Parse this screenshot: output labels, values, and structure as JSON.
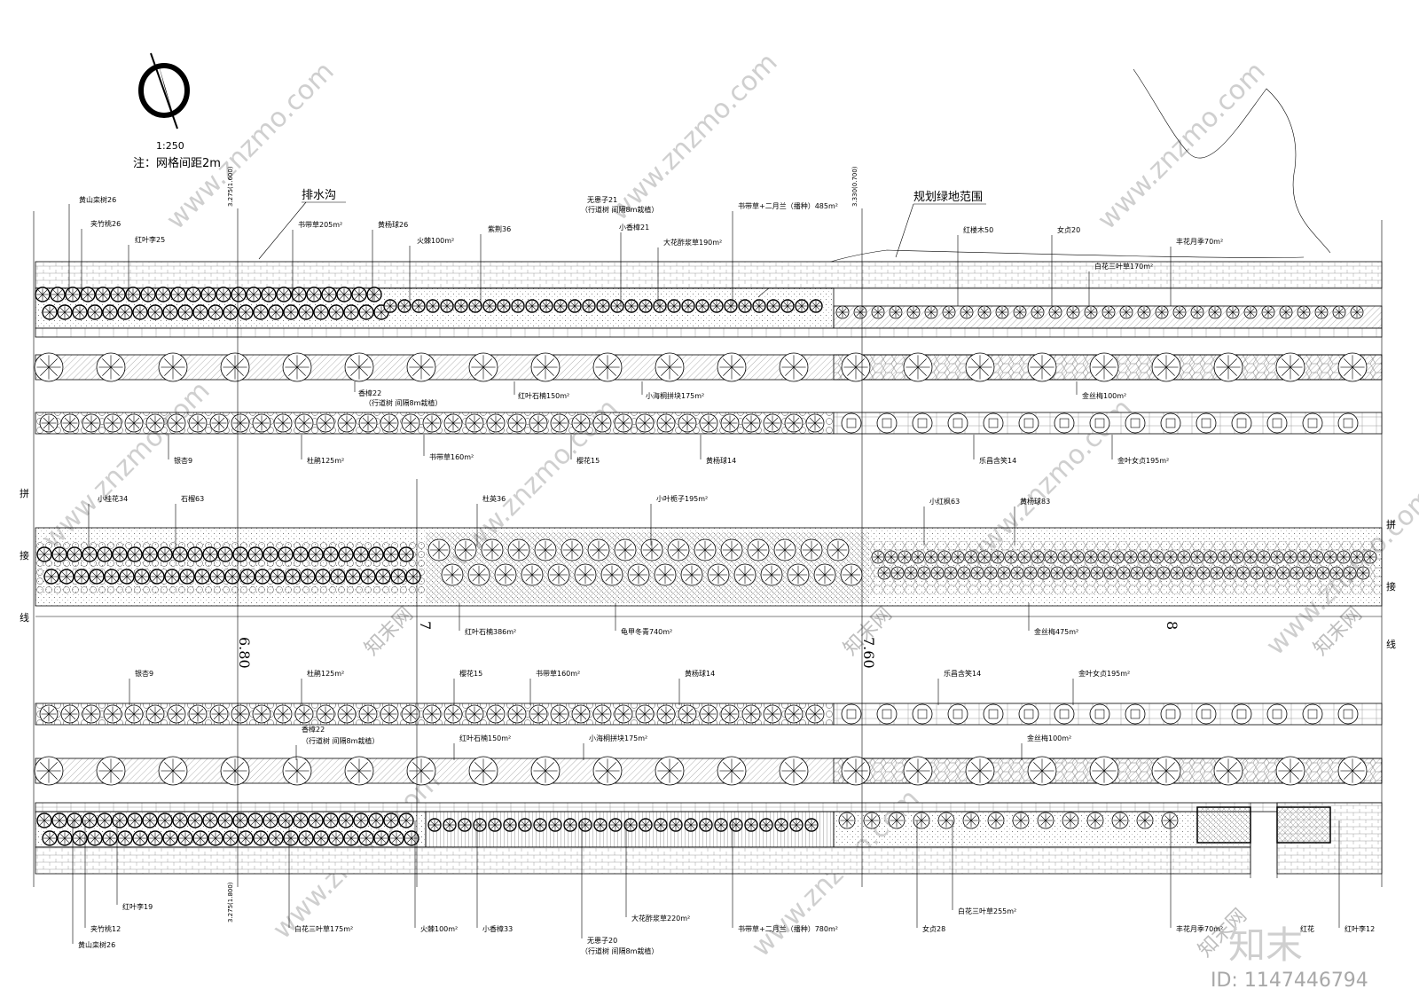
{
  "header": {
    "scale": "1:250",
    "note": "注：网格间距2m",
    "ditch_label": "排水沟",
    "green_area_label": "规划绿地范围"
  },
  "side_labels": {
    "left": [
      "拼",
      "接",
      "线"
    ],
    "right": [
      "拼",
      "接",
      "线"
    ]
  },
  "sections": {
    "s1": "6.80",
    "s2": "7",
    "s3": "7.60",
    "s4": "8"
  },
  "elevations": {
    "top_left": "3.275(1.600)",
    "top_right": "3.330(0.700)",
    "bottom_left": "3.275(1.800)"
  },
  "labels_top": [
    "黄山栾树26",
    "夹竹桃26",
    "红叶李25",
    "书带草205m²",
    "黄杨球26",
    "火棘100m²",
    "紫荆36",
    "无患子21",
    "（行道树 间隔8m栽植）",
    "小香樟21",
    "大花酢浆草190m²",
    "书带草+二月兰（播种）485m²",
    "红楼木50",
    "女贞20",
    "白花三叶草170m²",
    "丰花月季70m²"
  ],
  "labels_row2": [
    "香樟22",
    "（行道树 间隔8m栽植）",
    "红叶石楠150m²",
    "小海桐拼块175m²",
    "金丝梅100m²"
  ],
  "labels_row3": [
    "银杏9",
    "杜鹃125m²",
    "书带草160m²",
    "樱花15",
    "黄杨球14",
    "乐昌含笑14",
    "金叶女贞195m²"
  ],
  "labels_center": [
    "小桂花34",
    "石榴63",
    "杜英36",
    "小叶栀子195m²",
    "小红枫63",
    "黄杨球83",
    "红叶石楠386m²",
    "龟甲冬青740m²",
    "金丝梅475m²"
  ],
  "labels_row5": [
    "银杏9",
    "杜鹃125m²",
    "樱花15",
    "书带草160m²",
    "黄杨球14",
    "乐昌含笑14",
    "金叶女贞195m²"
  ],
  "labels_row6": [
    "香樟22",
    "（行道树 间隔8m栽植）",
    "红叶石楠150m²",
    "小海桐拼块175m²",
    "金丝梅100m²"
  ],
  "labels_bottom": [
    "红叶李19",
    "夹竹桃12",
    "黄山栾树26",
    "白花三叶草175m²",
    "火棘100m²",
    "小香樟33",
    "无患子20",
    "（行道树 间隔8m栽植）",
    "大花酢浆草220m²",
    "书带草+二月兰（播种）780m²",
    "女贞28",
    "白花三叶草255m²",
    "丰花月季70m²",
    "红花",
    "红叶李12"
  ],
  "watermark": {
    "site": "www.znzmo.com",
    "brand": "知末网",
    "logo": "知末",
    "id": "ID: 1147446794"
  }
}
